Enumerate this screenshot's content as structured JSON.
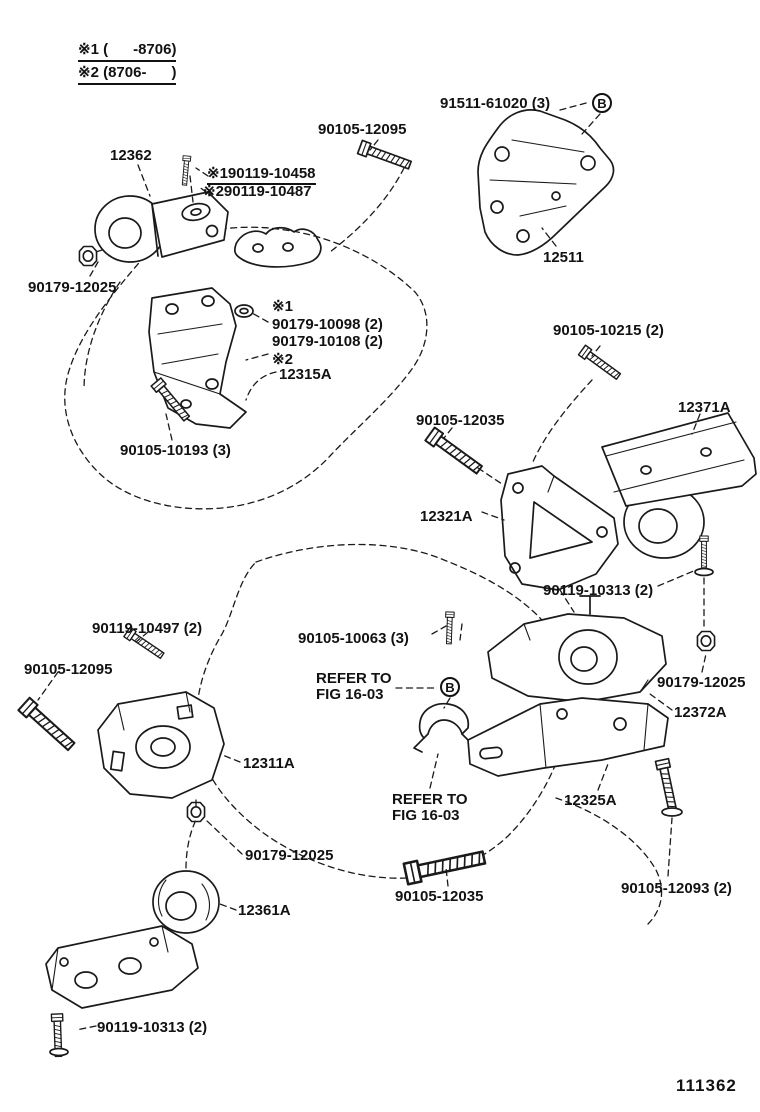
{
  "meta": {
    "figure_number": "111362"
  },
  "notes": {
    "note1": "※1 (      -8706)",
    "note2": "※2 (8706-      )"
  },
  "badges": {
    "b": "B"
  },
  "labels": {
    "p91511_61020": "91511-61020 (3)",
    "p90105_12095_top": "90105-12095",
    "p12362": "12362",
    "p90119_10458": "※190119-10458",
    "p90119_10487": "※290119-10487",
    "p12511": "12511",
    "p90179_12025_top": "90179-12025",
    "mark1": "※1",
    "p90179_10098": "90179-10098 (2)",
    "p90179_10108": "90179-10108 (2)",
    "mark2": "※2",
    "p12315a": "12315A",
    "p90105_10215": "90105-10215 (2)",
    "p12371a": "12371A",
    "p90105_12035_top": "90105-12035",
    "p90105_10193": "90105-10193 (3)",
    "p12321a": "12321A",
    "p90119_10313_right": "90119-10313 (2)",
    "p90119_10497": "90119-10497 (2)",
    "p90105_10063": "90105-10063 (3)",
    "p90105_12095_left": "90105-12095",
    "refer_to": "REFER TO",
    "fig_16_03": "FIG 16-03",
    "p90179_12025_right": "90179-12025",
    "p12372a": "12372A",
    "p12311a": "12311A",
    "p12325a": "12325A",
    "p90179_12025_mid": "90179-12025",
    "p90105_12035_bottom": "90105-12035",
    "p90105_12093": "90105-12093 (2)",
    "p12361a": "12361A",
    "p90119_10313_bottom": "90119-10313 (2)"
  }
}
